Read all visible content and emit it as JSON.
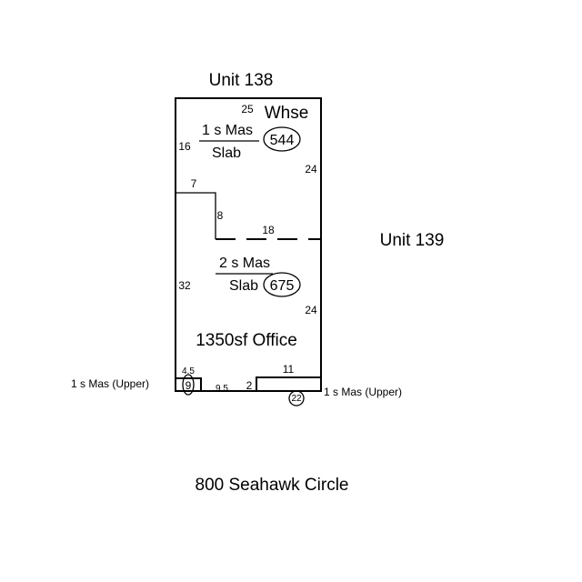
{
  "labels": {
    "top_unit": "Unit 138",
    "right_unit": "Unit 139",
    "address": "800 Seahawk Circle",
    "office": "1350sf Office"
  },
  "warehouse": {
    "name": "Whse",
    "construction": "1 s Mas",
    "foundation": "Slab",
    "area": "544"
  },
  "lower_section": {
    "construction": "2 s Mas",
    "foundation": "Slab",
    "area": "675"
  },
  "dimensions": {
    "top": "25",
    "left_upper": "16",
    "right_upper": "24",
    "notch_width": "7",
    "notch_depth": "8",
    "divider": "18",
    "left_lower": "32",
    "right_lower": "24",
    "small_top": "4.5",
    "small_depth": "9",
    "gap": "9.5",
    "step": "2",
    "bar_width": "11",
    "bar_area": "22"
  },
  "side_notes": {
    "left": "1 s Mas  (Upper)",
    "right": "1 s Mas  (Upper)"
  }
}
